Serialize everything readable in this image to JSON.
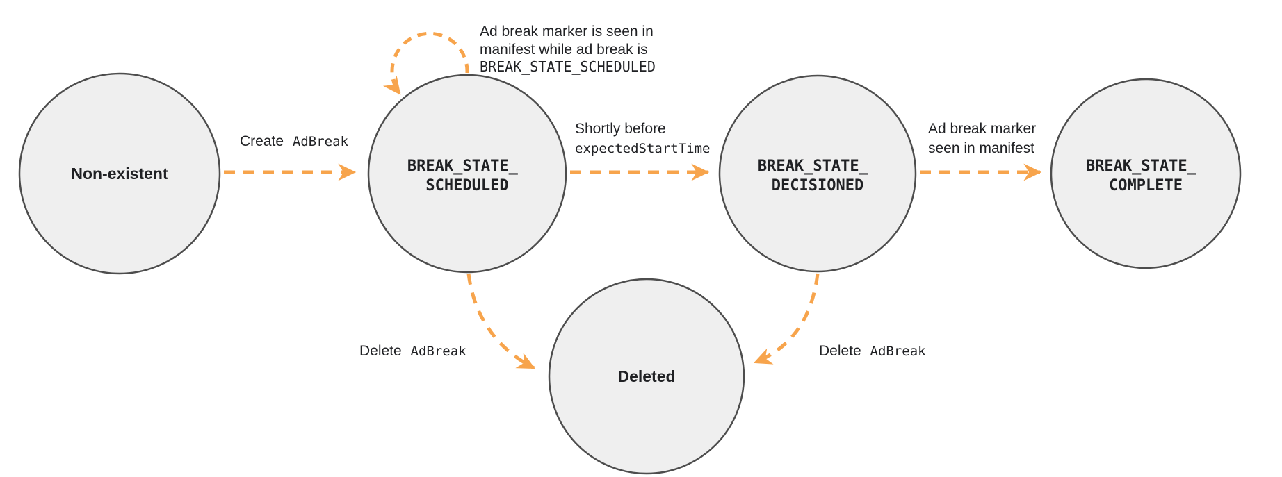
{
  "colors": {
    "arrow": "#F7A44C",
    "node_fill": "#EFEFEF",
    "node_border": "#4D4D4D",
    "text": "#202124"
  },
  "states": [
    {
      "name": "non-existent",
      "lines": [
        "Non-existent"
      ]
    },
    {
      "name": "break-state-scheduled",
      "lines": [
        "BREAK_STATE_",
        "SCHEDULED"
      ]
    },
    {
      "name": "break-state-decisioned",
      "lines": [
        "BREAK_STATE_",
        "DECISIONED"
      ]
    },
    {
      "name": "break-state-complete",
      "lines": [
        "BREAK_STATE_",
        "COMPLETE"
      ]
    },
    {
      "name": "deleted",
      "lines": [
        "Deleted"
      ]
    }
  ],
  "transitions": {
    "create": {
      "text": "Create",
      "code": "AdBreak"
    },
    "self_loop": {
      "line1": "Ad break marker is seen in",
      "line2": "manifest while ad break is",
      "line3": "BREAK_STATE_SCHEDULED"
    },
    "to_decisioned": {
      "line1": "Shortly before",
      "code": "expectedStartTime"
    },
    "to_complete": {
      "line1": "Ad break marker",
      "line2": "seen in manifest"
    },
    "delete_from_scheduled": {
      "text": "Delete",
      "code": "AdBreak"
    },
    "delete_from_decisioned": {
      "text": "Delete",
      "code": "AdBreak"
    }
  }
}
